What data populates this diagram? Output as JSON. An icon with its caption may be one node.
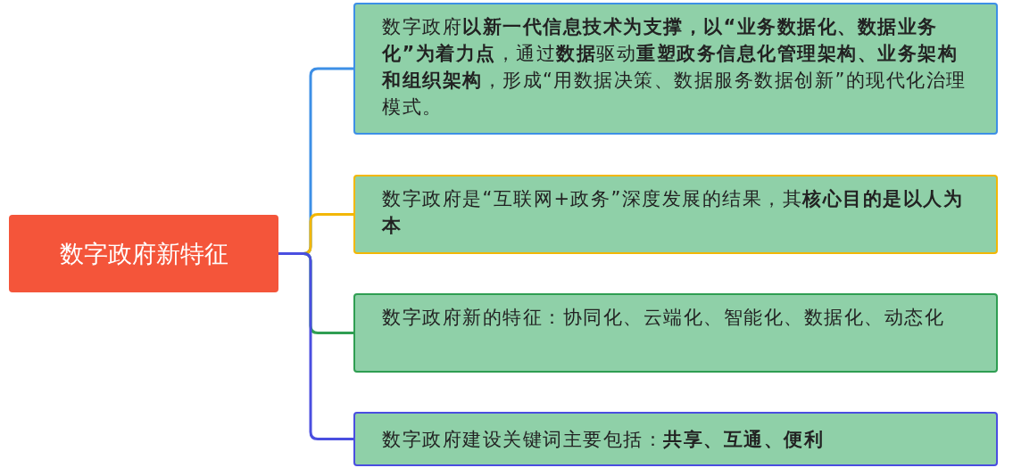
{
  "diagram": {
    "nodes": [
      {
        "text": [
          "数字政府新特征"
        ]
      },
      {
        "text": [
          "数字政府**以新一代信息技术为支撑，以“业务数据化、数据业务化”为着力点**，通过**数据**驱动**重塑政务信息化管理架构、业务架构和组织架构**，形成“用数据决策、数据服务数据创新”的现代化治理模式。"
        ]
      },
      {
        "text": [
          "数字政府是“互联网+政务”深度发展的结果，其**核心目的是以人为本**"
        ]
      },
      {
        "text": [
          "数字政府新的特征：协同化、云端化、智能化、数据化、动态化"
        ]
      },
      {
        "text": [
          "数字政府建设关键词主要包括：**共享、互通、便利**"
        ]
      }
    ],
    "edges": [
      {
        "from": 0,
        "to": 1,
        "arrow": "none",
        "color": "#3d8fe6"
      },
      {
        "from": 0,
        "to": 2,
        "arrow": "none",
        "color": "#f2b705"
      },
      {
        "from": 0,
        "to": 3,
        "arrow": "none",
        "color": "#2f9e52"
      },
      {
        "from": 0,
        "to": 4,
        "arrow": "none",
        "color": "#4a4ee0"
      }
    ]
  }
}
